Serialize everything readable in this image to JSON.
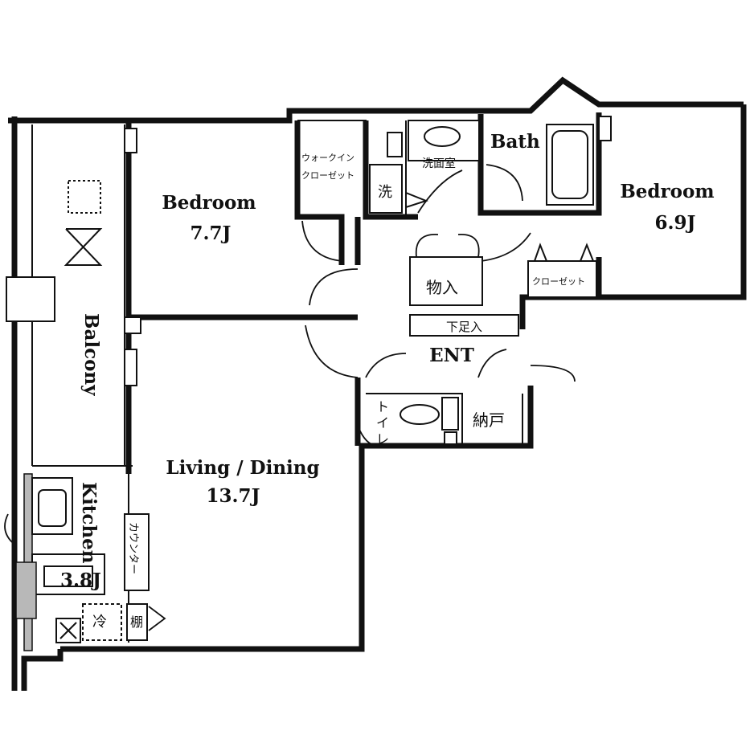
{
  "rooms": {
    "bedroom1": {
      "name": "Bedroom",
      "size": "7.7J"
    },
    "bedroom2": {
      "name": "Bedroom",
      "size": "6.9J"
    },
    "living": {
      "name": "Living / Dining",
      "size": "13.7J"
    },
    "kitchen": {
      "name": "Kitchen",
      "size": "3.8J"
    },
    "balcony": {
      "name": "Balcony"
    },
    "bath": {
      "name": "Bath"
    },
    "entrance": {
      "name": "ENT"
    }
  },
  "fixtures": {
    "walkin_closet": "ウォークイン\nクローゼット",
    "walkin_line1": "ウォークイン",
    "walkin_line2": "クローゼット",
    "washroom": "洗面室",
    "washer": "洗",
    "storage": "物入",
    "shoe_box": "下足入",
    "closet": "クローゼット",
    "toilet": "トイレ",
    "storeroom": "納戸",
    "counter": "カウンター",
    "fridge": "冷",
    "shelf": "棚"
  }
}
